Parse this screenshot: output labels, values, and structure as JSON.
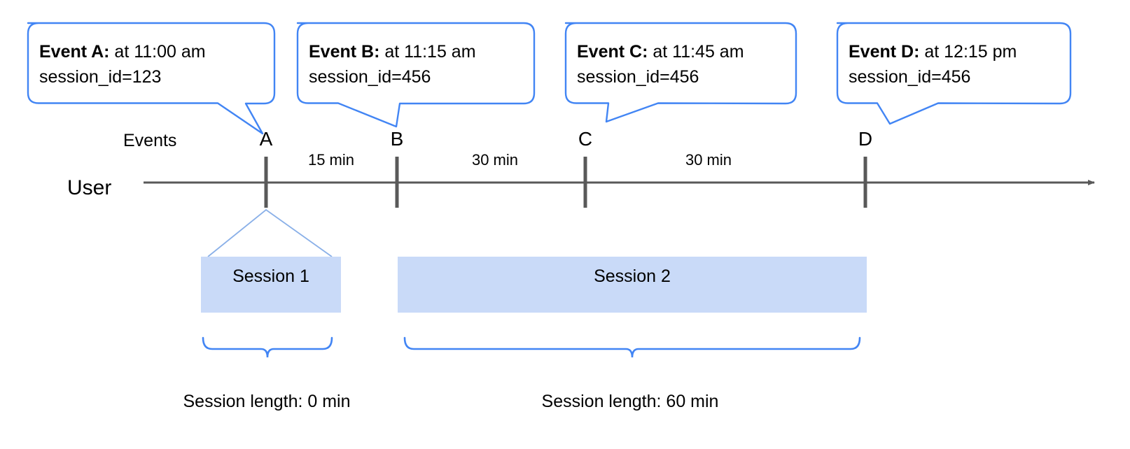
{
  "diagram": {
    "title_row_label": "Events",
    "axis_label": "User",
    "colors": {
      "callout_border": "#4285f4",
      "session_fill": "#c9daf8",
      "session_edge": "#a6c0ea",
      "timeline": "#595959",
      "tick": "#595959",
      "brace": "#4285f4",
      "text": "#000000",
      "background": "#ffffff"
    },
    "callouts": [
      {
        "id": "callout-a",
        "lead": "Event A:",
        "time": " at 11:00 am",
        "session_line": "session_id=123"
      },
      {
        "id": "callout-b",
        "lead": "Event B:",
        "time": " at 11:15 am",
        "session_line": "session_id=456"
      },
      {
        "id": "callout-c",
        "lead": "Event C:",
        "time": " at 11:45 am",
        "session_line": "session_id=456"
      },
      {
        "id": "callout-d",
        "lead": "Event D:",
        "time": " at 12:15 pm",
        "session_line": "session_id=456"
      }
    ],
    "events": [
      {
        "letter": "A",
        "time": "11:00 am",
        "session_id": "123"
      },
      {
        "letter": "B",
        "time": "11:15 am",
        "session_id": "456"
      },
      {
        "letter": "C",
        "time": "11:45 am",
        "session_id": "456"
      },
      {
        "letter": "D",
        "time": "12:15 pm",
        "session_id": "456"
      }
    ],
    "gaps": [
      {
        "from": "A",
        "to": "B",
        "label": "15 min"
      },
      {
        "from": "B",
        "to": "C",
        "label": "30 min"
      },
      {
        "from": "C",
        "to": "D",
        "label": "30 min"
      }
    ],
    "sessions": [
      {
        "name": "Session 1",
        "length_label": "Session length: 0 min",
        "events": [
          "A"
        ],
        "length_minutes": 0
      },
      {
        "name": "Session 2",
        "length_label": "Session length: 60 min",
        "events": [
          "B",
          "C",
          "D"
        ],
        "length_minutes": 60
      }
    ]
  }
}
